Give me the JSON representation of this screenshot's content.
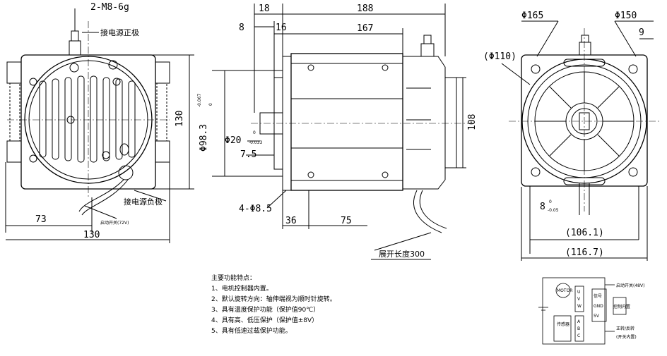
{
  "dimensions": {
    "thread": "2-M8-6g",
    "pos_terminal": "接电源正极",
    "neg_terminal": "接电源负极",
    "start_switch": "启动开关(72V)",
    "side_height": "130",
    "width_73": "73",
    "width_130": "130",
    "d18": "18",
    "d188": "188",
    "d8": "8",
    "d16": "16",
    "d167": "167",
    "dia98": "Φ98.3",
    "dia98_tol_top": "-0.067",
    "dia98_tol_bottom": "0",
    "dia20": "Φ20",
    "dia20_tol_top": "0",
    "dia20_tol_bottom": "-0.033",
    "d7_5": "7.5",
    "holes": "4-Φ8.5",
    "d36": "36",
    "d75": "75",
    "d108": "108",
    "cable": "展开长度300",
    "dia165": "Φ165",
    "dia150": "Φ150",
    "d9": "9",
    "dia110": "(Φ110)",
    "key8": "8",
    "key8_tol": "-0.05",
    "key8_tol0": "0",
    "d106": "(106.1)",
    "d116": "(116.7)"
  },
  "notes": {
    "title": "主要功能特点：",
    "items": [
      "1、电机控制器内置。",
      "2、默认旋转方向：轴伸端视为顺时针旋转。",
      "3、具有温度保护功能（保护值90℃）",
      "4、具有高、低压保护（保护值±8V）",
      "5、具有低速过载保护功能。"
    ]
  },
  "wiring": {
    "motor": "MOTOR",
    "sensor": "传感器",
    "controller": "控制内置",
    "start_switch": "启动开关(48V)",
    "reverse_switch": "正转/反转",
    "switch_built_in": "(开关内置)",
    "signal": "信号",
    "gnd": "GND",
    "v5": "5V",
    "pin_u": "U",
    "pin_v": "V",
    "pin_w": "W",
    "pin_a": "A",
    "pin_b": "B",
    "pin_c": "C"
  }
}
